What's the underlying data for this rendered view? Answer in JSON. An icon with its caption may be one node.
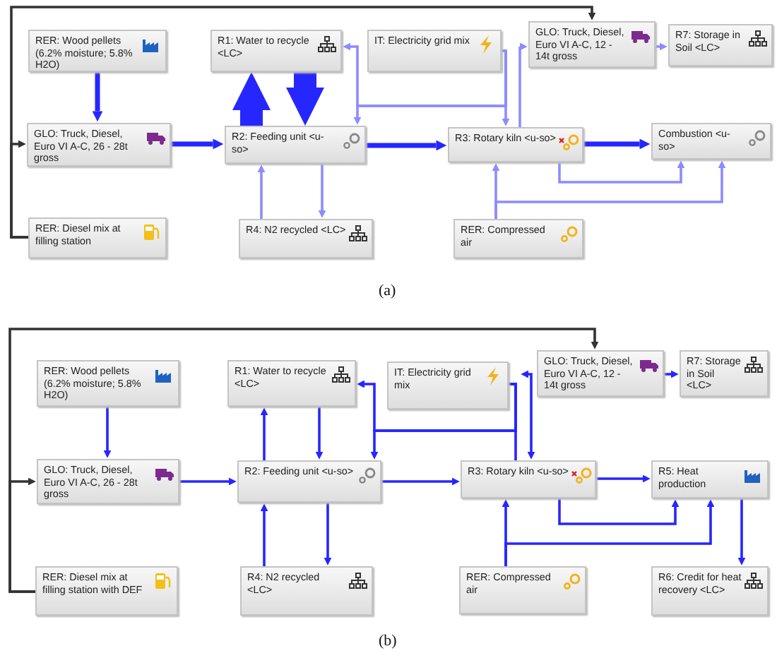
{
  "diagram": {
    "nodes": [
      {
        "text": [
          "RER: Wood pellets (6.2% moisture; 5.8% H2O)"
        ]
      },
      {
        "text": [
          "GLO: Truck, Diesel, Euro VI A-C, 26 - 28t gross"
        ]
      },
      {
        "text": [
          "RER: Diesel mix at filling station"
        ]
      },
      {
        "text": [
          "R1: Water to recycle <LC>"
        ]
      },
      {
        "text": [
          "R2: Feeding unit <u-so>"
        ]
      },
      {
        "text": [
          "R4: N2 recycled <LC>"
        ]
      },
      {
        "text": [
          "IT: Electricity grid mix"
        ]
      },
      {
        "text": [
          "GLO: Truck, Diesel, Euro VI A-C, 12 - 14t gross"
        ]
      },
      {
        "text": [
          "R7: Storage in Soil <LC>"
        ]
      },
      {
        "text": [
          "R3: Rotary kiln <u-so>"
        ]
      },
      {
        "text": [
          "Combustion <u-so>"
        ]
      },
      {
        "text": [
          "RER: Compressed air"
        ]
      },
      {
        "text": [
          "RER: Wood pellets (6.2% moisture; 5.8% H2O)"
        ]
      },
      {
        "text": [
          "GLO: Truck, Diesel, Euro VI A-C, 26 - 28t gross"
        ]
      },
      {
        "text": [
          "RER: Diesel mix at filling station with DEF"
        ]
      },
      {
        "text": [
          "R1: Water to recycle <LC>"
        ]
      },
      {
        "text": [
          "R2: Feeding unit <u-so>"
        ]
      },
      {
        "text": [
          "R4: N2 recycled <LC>"
        ]
      },
      {
        "text": [
          "IT: Electricity grid mix"
        ]
      },
      {
        "text": [
          "GLO: Truck, Diesel, Euro VI A-C, 12 - 14t gross"
        ]
      },
      {
        "text": [
          "R7: Storage in Soil <LC>"
        ]
      },
      {
        "text": [
          "R3: Rotary kiln <u-so>"
        ]
      },
      {
        "text": [
          "R5: Heat production"
        ]
      },
      {
        "text": [
          "RER: Compressed air"
        ]
      },
      {
        "text": [
          "R6: Credit for heat recovery <LC>"
        ]
      }
    ],
    "edges": [
      {
        "from": 0,
        "to": 1,
        "arrow": "to",
        "style": "thick"
      },
      {
        "from": 2,
        "to": 1,
        "arrow": "to",
        "color": "#333333"
      },
      {
        "from": 2,
        "to": 7,
        "arrow": "to",
        "color": "#333333"
      },
      {
        "from": 1,
        "to": 4,
        "arrow": "to",
        "style": "thick"
      },
      {
        "from": 4,
        "to": 3,
        "arrow": "to",
        "style": "thick"
      },
      {
        "from": 3,
        "to": 4,
        "arrow": "to",
        "style": "thick"
      },
      {
        "from": 6,
        "to": 3,
        "arrow": "to",
        "color": "#8c8cff"
      },
      {
        "from": 6,
        "to": 4,
        "arrow": "to",
        "color": "#8c8cff"
      },
      {
        "from": 6,
        "to": 9,
        "arrow": "to",
        "color": "#8c8cff"
      },
      {
        "from": 4,
        "to": 5,
        "arrow": "to",
        "color": "#8c8cff"
      },
      {
        "from": 5,
        "to": 4,
        "arrow": "to",
        "color": "#8c8cff"
      },
      {
        "from": 4,
        "to": 9,
        "arrow": "to",
        "style": "thick"
      },
      {
        "from": 9,
        "to": 7,
        "arrow": "to",
        "color": "#8c8cff"
      },
      {
        "from": 7,
        "to": 8,
        "arrow": "to",
        "color": "#8c8cff"
      },
      {
        "from": 9,
        "to": 10,
        "arrow": "to",
        "style": "thick"
      },
      {
        "from": 9,
        "to": 10,
        "arrow": "to",
        "color": "#8c8cff"
      },
      {
        "from": 11,
        "to": 9,
        "arrow": "to",
        "color": "#8c8cff"
      },
      {
        "from": 11,
        "to": 10,
        "arrow": "to",
        "color": "#8c8cff"
      },
      {
        "from": 12,
        "to": 13,
        "arrow": "to"
      },
      {
        "from": 14,
        "to": 13,
        "arrow": "to",
        "color": "#333333"
      },
      {
        "from": 14,
        "to": 19,
        "arrow": "to",
        "color": "#333333"
      },
      {
        "from": 13,
        "to": 16,
        "arrow": "to"
      },
      {
        "from": 16,
        "to": 15,
        "arrow": "to"
      },
      {
        "from": 15,
        "to": 16,
        "arrow": "to"
      },
      {
        "from": 16,
        "to": 17,
        "arrow": "to"
      },
      {
        "from": 17,
        "to": 16,
        "arrow": "to"
      },
      {
        "from": 18,
        "to": 15,
        "arrow": "to"
      },
      {
        "from": 18,
        "to": 16,
        "arrow": "to"
      },
      {
        "from": 18,
        "to": 21,
        "arrow": "none"
      },
      {
        "from": 21,
        "to": 19,
        "arrow": "both"
      },
      {
        "from": 16,
        "to": 21,
        "arrow": "to"
      },
      {
        "from": 21,
        "to": 22,
        "arrow": "to"
      },
      {
        "from": 21,
        "to": 22,
        "arrow": "to"
      },
      {
        "from": 23,
        "to": 21,
        "arrow": "to"
      },
      {
        "from": 23,
        "to": 22,
        "arrow": "to"
      },
      {
        "from": 22,
        "to": 24,
        "arrow": "to"
      },
      {
        "from": 19,
        "to": 20,
        "arrow": "to"
      }
    ],
    "labels": [
      "(a)",
      "(b)"
    ]
  }
}
